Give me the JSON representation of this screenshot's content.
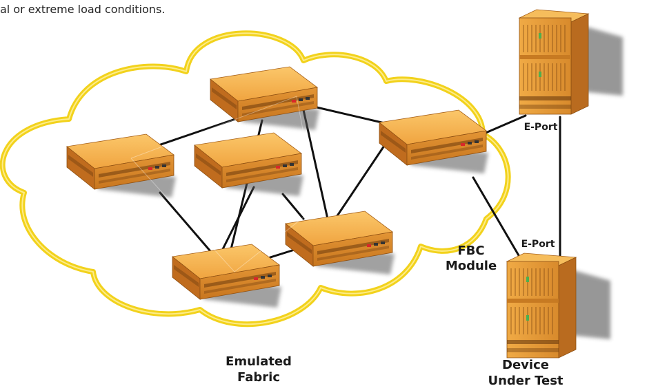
{
  "intro_text": "al or extreme load conditions.",
  "labels": {
    "emulated_fabric_line1": "Emulated",
    "emulated_fabric_line2": "Fabric",
    "fbc_module_line1": "FBC",
    "fbc_module_line2": "Module",
    "e_port_top": "E-Port",
    "e_port_bottom": "E-Port",
    "device_under_test_line1": "Device",
    "device_under_test_line2": "Under Test"
  },
  "colors": {
    "cloud_outline": "#f2d21c",
    "switch_top": "#f6b44c",
    "switch_front": "#d9862a",
    "switch_side": "#b86a1d",
    "device_front": "#e49a36",
    "device_side": "#c27822",
    "link_line": "#111111"
  },
  "icons": [
    "fabric-switch-icon",
    "dut-chassis-icon"
  ]
}
